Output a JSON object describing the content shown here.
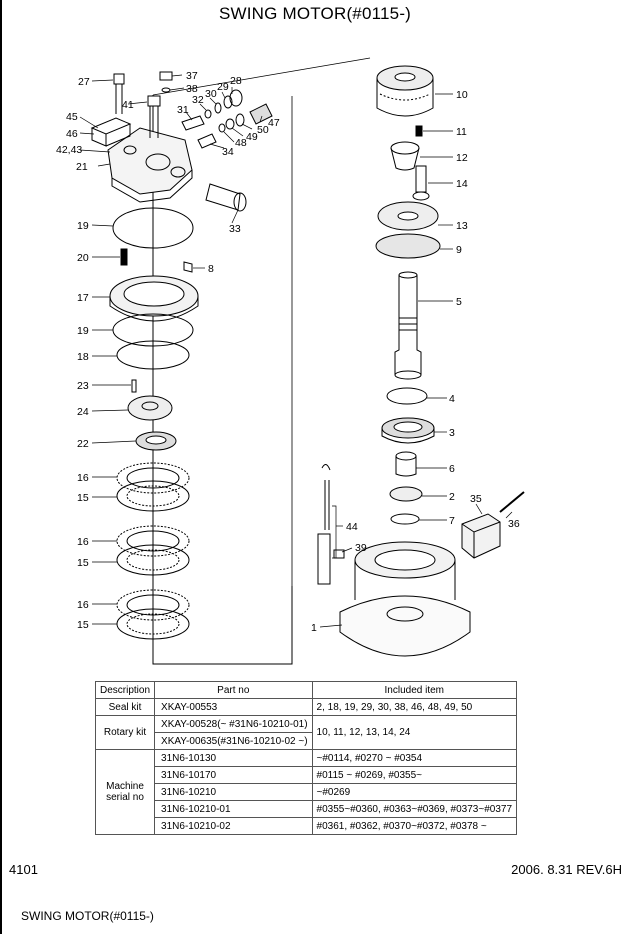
{
  "title": "SWING MOTOR(#0115-)",
  "page_number": "4101",
  "revision": "2006. 8.31  REV.6H",
  "footer_title": "SWING MOTOR(#0115-)",
  "callouts": {
    "c27": "27",
    "c37": "37",
    "c38": "38",
    "c28": "28",
    "c29": "29",
    "c30": "30",
    "c32": "32",
    "c31": "31",
    "c41": "41",
    "c45": "45",
    "c46": "46",
    "c4243": "42,43",
    "c21": "21",
    "c47": "47",
    "c50": "50",
    "c49": "49",
    "c48": "48",
    "c34": "34",
    "c33": "33",
    "c19a": "19",
    "c20": "20",
    "c8": "8",
    "c17": "17",
    "c19b": "19",
    "c18": "18",
    "c23": "23",
    "c24": "24",
    "c22": "22",
    "c16a": "16",
    "c15a": "15",
    "c16b": "16",
    "c15b": "15",
    "c16c": "16",
    "c15c": "15",
    "c10": "10",
    "c11": "11",
    "c12": "12",
    "c14": "14",
    "c13": "13",
    "c9": "9",
    "c5": "5",
    "c4": "4",
    "c3": "3",
    "c6": "6",
    "c2": "2",
    "c7": "7",
    "c35": "35",
    "c36": "36",
    "c44": "44",
    "c39": "39",
    "c1": "1"
  },
  "table": {
    "headers": [
      "Description",
      "Part no",
      "Included item"
    ],
    "seal_kit": {
      "desc": "Seal kit",
      "part": "XKAY-00553",
      "items": "2, 18, 19, 29, 30, 38, 46, 48, 49, 50"
    },
    "rotary_kit": {
      "desc": "Rotary kit",
      "part1": "XKAY-00528(~ #31N6-10210-01)",
      "part2": "XKAY-00635(#31N6-10210-02 ~)",
      "items": "10, 11, 12, 13, 14, 24"
    },
    "machine": {
      "desc_line1": "Machine",
      "desc_line2": "serial no",
      "rows": [
        {
          "part": "31N6-10130",
          "serial": "~#0114, #0270 ~ #0354"
        },
        {
          "part": "31N6-10170",
          "serial": "#0115 ~ #0269, #0355~"
        },
        {
          "part": "31N6-10210",
          "serial": "~#0269"
        },
        {
          "part": "31N6-10210-01",
          "serial": "#0355~#0360, #0363~#0369, #0373~#0377"
        },
        {
          "part": "31N6-10210-02",
          "serial": "#0361, #0362, #0370~#0372, #0378 ~"
        }
      ]
    }
  }
}
